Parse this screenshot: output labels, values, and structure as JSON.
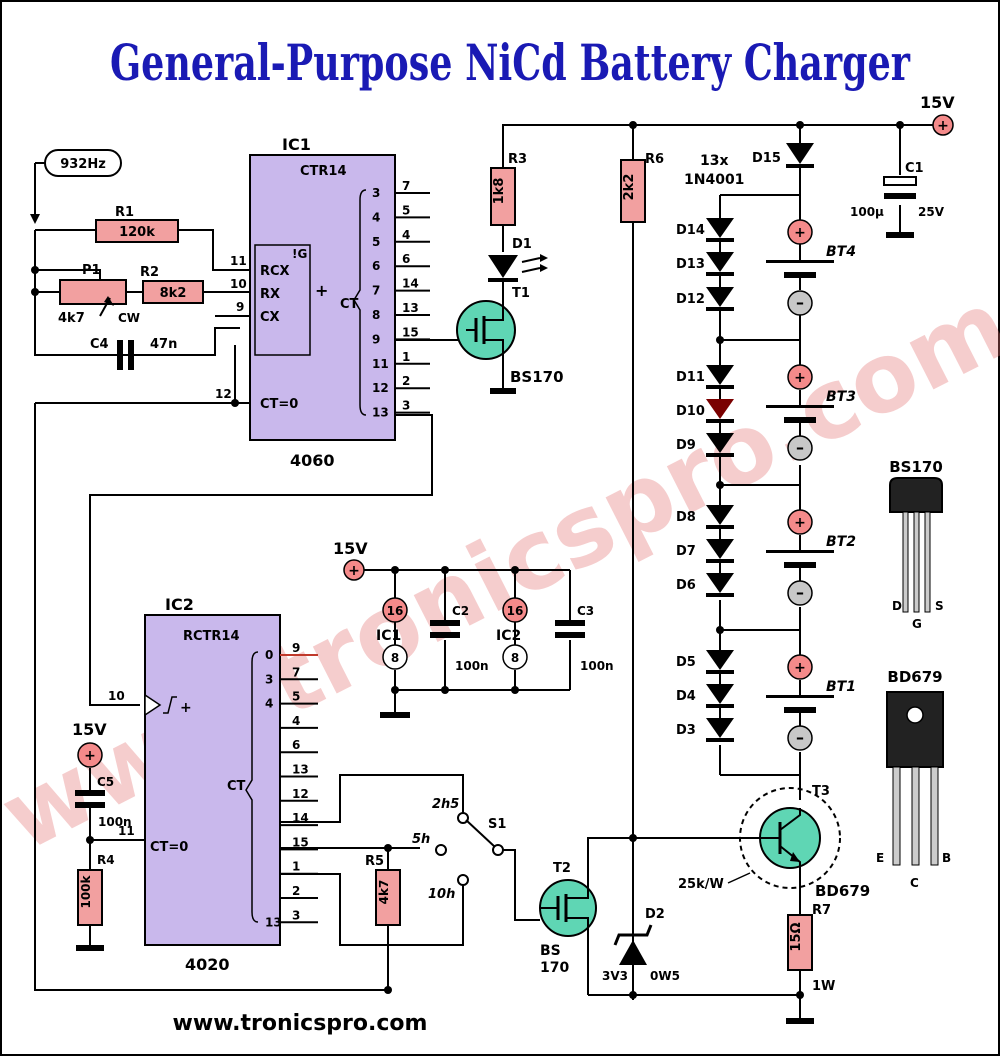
{
  "title": "General-Purpose NiCd Battery Charger",
  "footer_url": "www.tronicspro.com",
  "watermark": "www.tronicspro.com",
  "colors": {
    "title": "#1a1ab4",
    "ic_fill": "#c9b8ec",
    "resistor_fill": "#f2a0a0",
    "transistor_fill": "#5fd6b4",
    "plus_fill": "#f48a8a",
    "minus_fill": "#c8c8c8"
  },
  "ic1": {
    "name": "IC1",
    "type": "CTR14",
    "part": "4060",
    "rcx": "RCX",
    "rx": "RX",
    "cx": "CX",
    "g": "!G",
    "plus": "+",
    "ct": "CT",
    "ct0": "CT=0",
    "left_pins": [
      "11",
      "10",
      "9",
      "12"
    ],
    "out_idx": [
      "3",
      "4",
      "5",
      "6",
      "7",
      "8",
      "9",
      "11",
      "12",
      "13"
    ],
    "out_pins": [
      "7",
      "5",
      "4",
      "6",
      "14",
      "13",
      "15",
      "1",
      "2",
      "3"
    ]
  },
  "ic2": {
    "name": "IC2",
    "type": "RCTR14",
    "part": "4020",
    "ct": "CT",
    "ct0": "CT=0",
    "in_pin": "10",
    "reset_pin": "11",
    "out_idx": [
      "0",
      "3",
      "4",
      "",
      "",
      "",
      "",
      "",
      "",
      "",
      "",
      "13"
    ],
    "out_pins": [
      "9",
      "7",
      "5",
      "4",
      "6",
      "13",
      "12",
      "14",
      "15",
      "1",
      "2",
      "3"
    ]
  },
  "freq": "932Hz",
  "r1": {
    "name": "R1",
    "value": "120k"
  },
  "r2": {
    "name": "R2",
    "value": "8k2"
  },
  "p1": {
    "name": "P1",
    "value": "4k7",
    "cw": "CW"
  },
  "c4": {
    "name": "C4",
    "value": "47n"
  },
  "r3": {
    "name": "R3",
    "value": "1k8"
  },
  "d1": {
    "name": "D1"
  },
  "t1": {
    "name": "T1",
    "part": "BS170"
  },
  "r6": {
    "name": "R6",
    "value": "2k2"
  },
  "diodes_note": {
    "count": "13x",
    "part": "1N4001"
  },
  "d15": "D15",
  "supply": "15V",
  "c1": {
    "name": "C1",
    "value": "100µ",
    "voltage": "25V"
  },
  "diode_labels": [
    "D14",
    "D13",
    "D12",
    "D11",
    "D10",
    "D9",
    "D8",
    "D7",
    "D6",
    "D5",
    "D4",
    "D3"
  ],
  "batteries": [
    "BT4",
    "BT3",
    "BT2",
    "BT1"
  ],
  "power_sub": {
    "supply": "15V",
    "ic1_vdd": "16",
    "ic1_vss": "8",
    "ic2_vdd": "16",
    "ic2_vss": "8",
    "ic1": "IC1",
    "ic2": "IC2",
    "c2": {
      "name": "C2",
      "value": "100n"
    },
    "c3": {
      "name": "C3",
      "value": "100n"
    }
  },
  "c5": {
    "name": "C5",
    "value": "100n"
  },
  "r4": {
    "name": "R4",
    "value": "100k"
  },
  "r5": {
    "name": "R5",
    "value": "4k7"
  },
  "s1": {
    "name": "S1",
    "opt1": "2h5",
    "opt2": "5h",
    "opt3": "10h"
  },
  "t2": {
    "name": "T2",
    "part_line1": "BS",
    "part_line2": "170"
  },
  "d2": {
    "name": "D2",
    "v": "3V3",
    "p": "0W5"
  },
  "t3": {
    "name": "T3",
    "part": "BD679",
    "heatsink": "25k/W"
  },
  "r7": {
    "name": "R7",
    "value": "15Ω",
    "power": "1W"
  },
  "pkg_bs170": {
    "name": "BS170",
    "d": "D",
    "g": "G",
    "s": "S"
  },
  "pkg_bd679": {
    "name": "BD679",
    "e": "E",
    "c": "C",
    "b": "B"
  }
}
